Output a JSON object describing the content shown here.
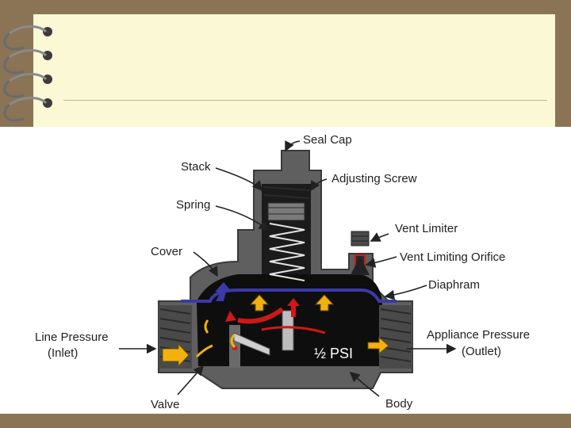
{
  "slide": {
    "background_color": "#8b7355",
    "notebook_color": "#fbf8d6"
  },
  "diagram": {
    "labels": {
      "seal_cap": "Seal Cap",
      "stack": "Stack",
      "adjusting_screw": "Adjusting Screw",
      "spring": "Spring",
      "vent_limiter": "Vent Limiter",
      "cover": "Cover",
      "vent_limiting_orifice": "Vent Limiting Orifice",
      "diaphram": "Diaphram",
      "line_pressure_1": "Line Pressure",
      "line_pressure_2": "(Inlet)",
      "appliance_pressure_1": "Appliance Pressure",
      "appliance_pressure_2": "(Outlet)",
      "half_psi": "½ PSI",
      "valve": "Valve",
      "body": "Body"
    },
    "colors": {
      "housing": "#5f5f5f",
      "housing_dark": "#3a3a3a",
      "interior": "#0e0e0e",
      "diaphragm": "#3a3aa8",
      "flow_arrow": "#f2b10f",
      "relief_arrow": "#d01717"
    }
  }
}
